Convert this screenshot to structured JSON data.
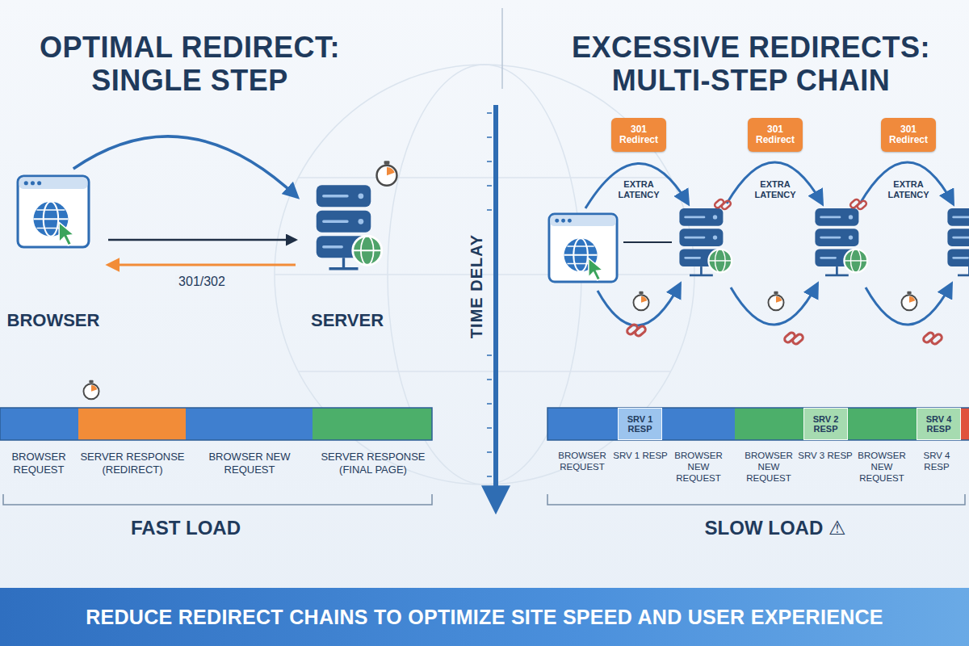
{
  "diagram": {
    "caption": "REDUCE REDIRECT CHAINS TO OPTIMIZE SITE SPEED AND USER EXPERIENCE",
    "nodes": [
      {
        "text": [
          "BROWSER"
        ]
      },
      {
        "text": [
          "SERVER"
        ]
      },
      {
        "text": [
          "301 Redirect"
        ]
      },
      {
        "text": [
          "301 Redirect"
        ]
      },
      {
        "text": [
          "301 Redirect"
        ]
      },
      {
        "text": [
          "SRV 1 RESP"
        ]
      },
      {
        "text": [
          "SRV 2 RESP"
        ]
      },
      {
        "text": [
          "SRV 4 RESP"
        ]
      }
    ],
    "edges": [
      {
        "from": 0,
        "to": 1,
        "arrow": "to"
      },
      {
        "from": 0,
        "to": 1,
        "arrow": "to"
      },
      {
        "from": 1,
        "to": 0,
        "label": "301/302",
        "arrow": "to"
      }
    ],
    "labels": [
      "OPTIMAL REDIRECT: SINGLE STEP",
      "EXCESSIVE REDIRECTS: MULTI-STEP CHAIN",
      "TIME DELAY",
      "EXTRA LATENCY",
      "EXTRA LATENCY",
      "EXTRA LATENCY",
      "BROWSER REQUEST",
      "SERVER RESPONSE (REDIRECT)",
      "BROWSER NEW REQUEST",
      "SERVER RESPONSE (FINAL PAGE)",
      "FAST LOAD",
      "BROWSER REQUEST",
      "SRV 1 RESP",
      "BROWSER NEW REQUEST",
      "BROWSER NEW REQUEST",
      "SRV 3 RESP",
      "BROWSER NEW REQUEST",
      "SRV 4 RESP",
      "SLOW LOAD ⚠"
    ]
  }
}
